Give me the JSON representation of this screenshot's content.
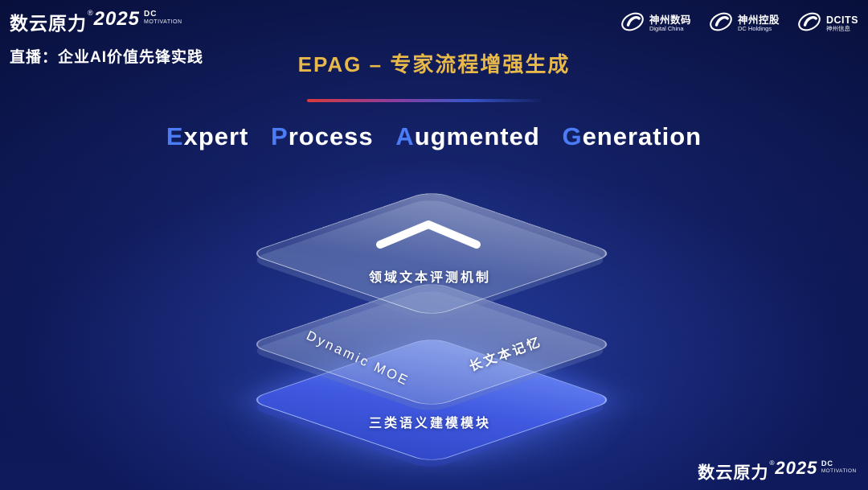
{
  "brand": {
    "name": "数云原力",
    "reg": "®",
    "year": "2025",
    "tag_line1": "DC",
    "tag_line2": "MOTIVATION"
  },
  "live_banner": "直播：企业AI价值先锋实践",
  "partners": [
    {
      "name": "神州数码",
      "sub": "Digital China"
    },
    {
      "name": "神州控股",
      "sub": "DC Holdings"
    },
    {
      "name": "DCITS",
      "sub": "神州信息"
    }
  ],
  "title_cn": "EPAG – 专家流程增强生成",
  "title_en": {
    "words": [
      {
        "lead": "E",
        "rest": "xpert"
      },
      {
        "lead": "P",
        "rest": "rocess"
      },
      {
        "lead": "A",
        "rest": "ugmented"
      },
      {
        "lead": "G",
        "rest": "eneration"
      }
    ]
  },
  "diagram": {
    "layers": [
      {
        "label": "领域文本评测机制"
      },
      {
        "label_left": "Dynamic MOE",
        "label_right": "长文本记忆"
      },
      {
        "label": "三类语义建模模块"
      }
    ]
  },
  "colors": {
    "title_gold": "#E8B94A",
    "accent_blue": "#4B7BF5",
    "bottom_layer_blue": "#4059E0",
    "background_navy": "#0A1348"
  }
}
